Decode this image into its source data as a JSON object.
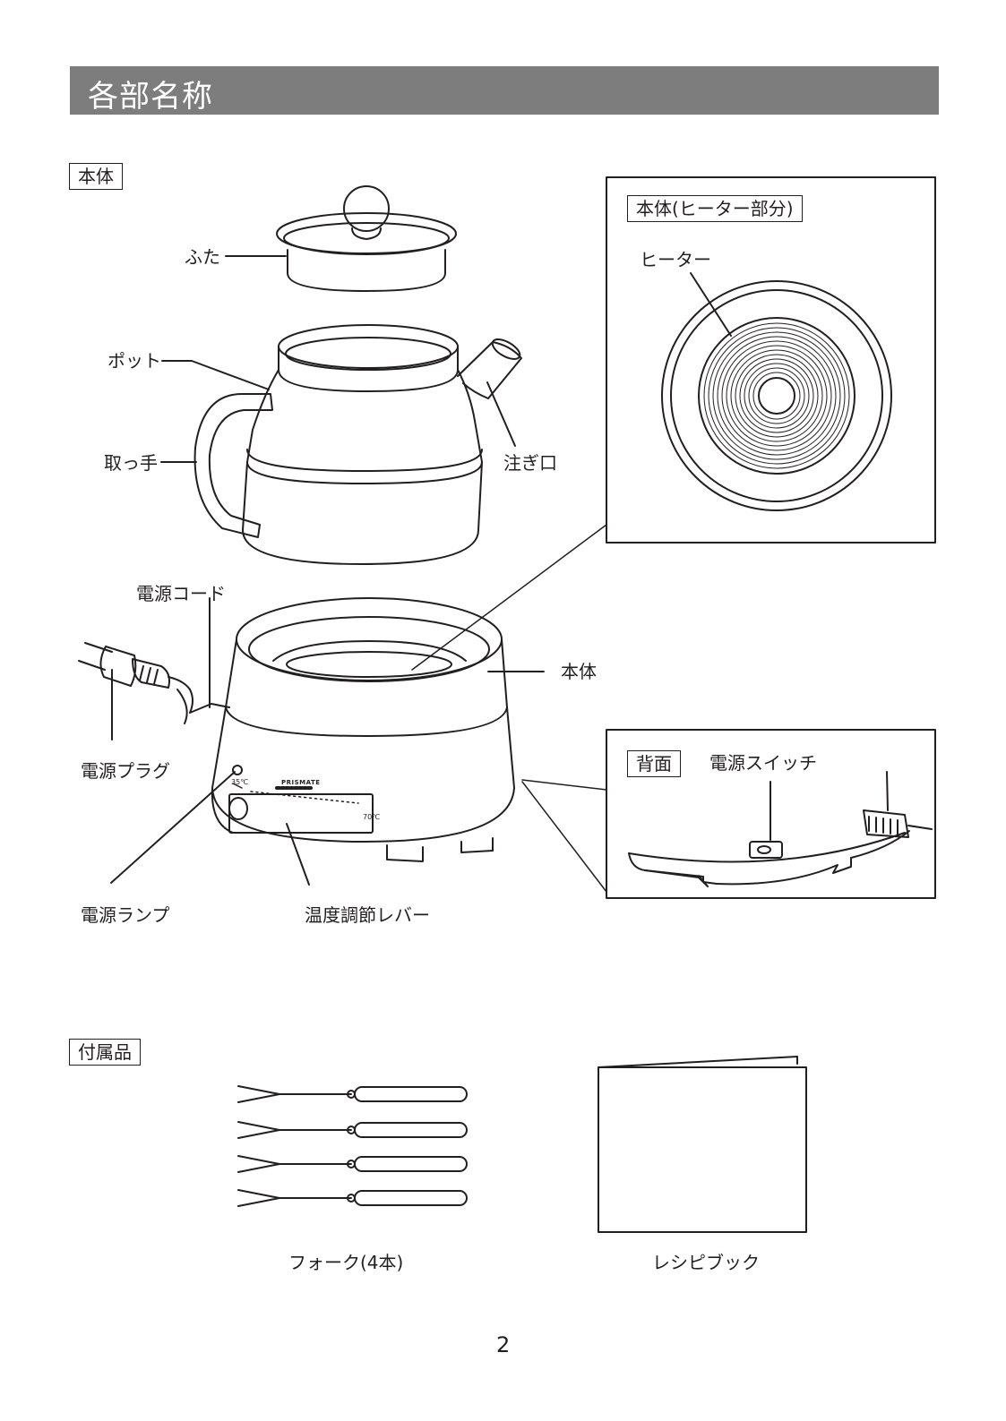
{
  "header": {
    "title": "各部名称"
  },
  "main_section": {
    "title": "本体",
    "labels": {
      "lid": "ふた",
      "pot": "ポット",
      "handle": "取っ手",
      "spout": "注ぎ口",
      "power_cord": "電源コード",
      "body": "本体",
      "power_plug": "電源プラグ",
      "power_lamp": "電源ランプ",
      "temp_lever": "温度調節レバー"
    },
    "scale": {
      "min": "35℃",
      "max": "70℃"
    },
    "brand": "PRISMATE"
  },
  "heater_inset": {
    "title": "本体(ヒーター部分)",
    "heater_label": "ヒーター"
  },
  "back_inset": {
    "title": "背面",
    "switch_label": "電源スイッチ"
  },
  "accessories": {
    "title": "付属品",
    "fork_label": "フォーク(4本)",
    "book_label": "レシピブック"
  },
  "page_number": "2"
}
